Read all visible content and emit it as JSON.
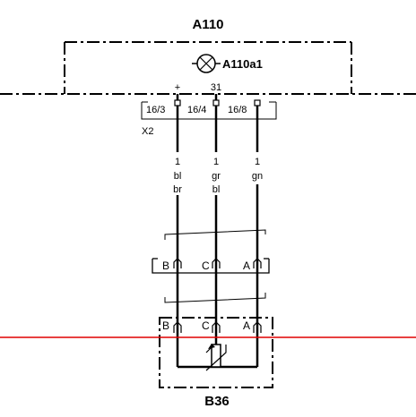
{
  "module": {
    "name": "A110",
    "component": "A110a1",
    "pins": [
      "+",
      "31"
    ]
  },
  "connector": {
    "name": "X2",
    "pins": [
      "16/3",
      "16/4",
      "16/8"
    ]
  },
  "wires": [
    {
      "size": "1",
      "color1": "bl",
      "color2": "br"
    },
    {
      "size": "1",
      "color1": "gr",
      "color2": "bl"
    },
    {
      "size": "1",
      "color1": "gn",
      "color2": ""
    }
  ],
  "plug_upper": {
    "pins": [
      "B",
      "C",
      "A"
    ]
  },
  "plug_lower": {
    "pins": [
      "B",
      "C",
      "A"
    ]
  },
  "sensor": {
    "name": "B36"
  },
  "colors": {
    "line": "#000000",
    "marker_line": "#e00000"
  }
}
